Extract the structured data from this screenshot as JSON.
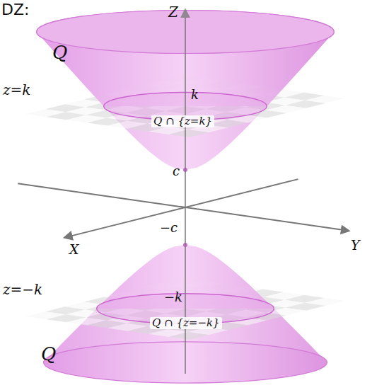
{
  "diagram": {
    "labels": [
      "DZ:",
      "Z",
      "Q",
      "z=k",
      "k",
      "Q ∩ {z=k}",
      "c",
      "−c",
      "X",
      "Y",
      "z=−k",
      "−k",
      "Q ∩ {z=−k}",
      "Q"
    ]
  }
}
